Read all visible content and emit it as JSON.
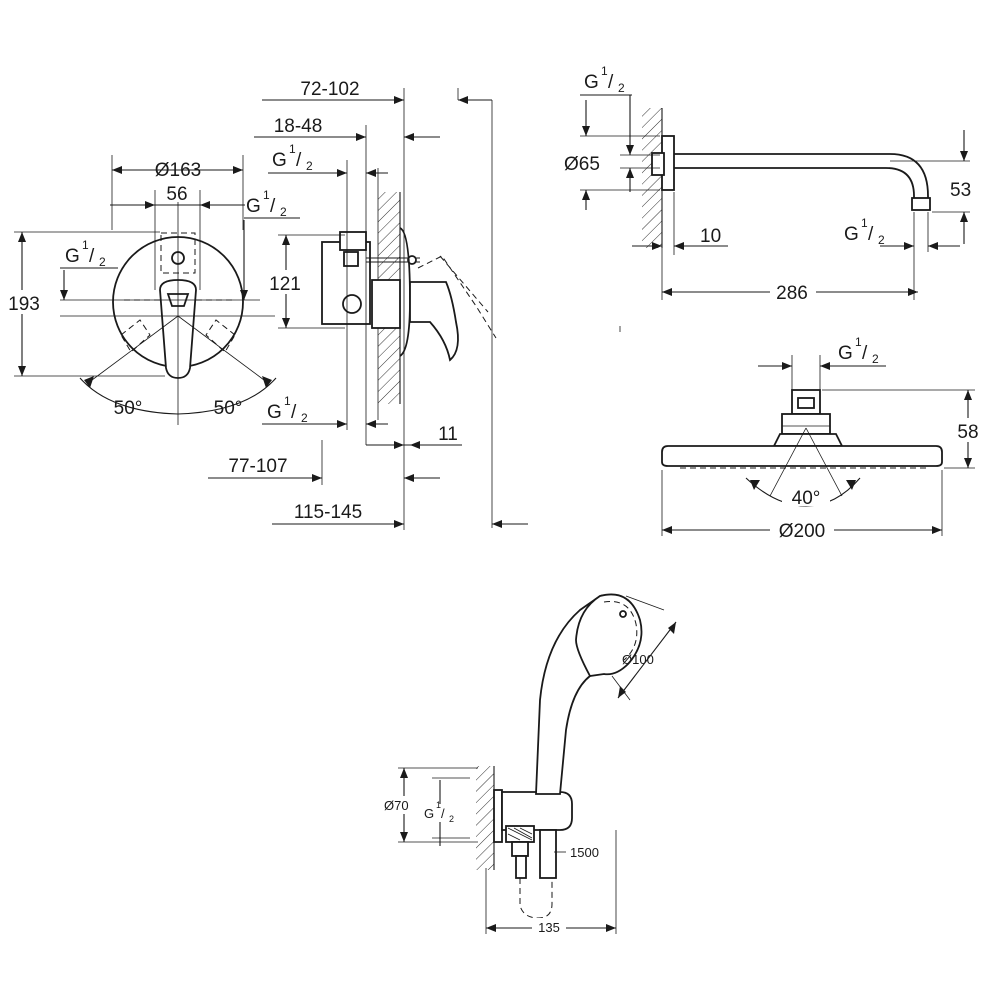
{
  "mixer_front": {
    "diameter_label": "Ø163",
    "width_label": "56",
    "height_label": "193",
    "inlet_left": {
      "g": "G",
      "num": "1",
      "den": "2"
    },
    "inlet_right": {
      "g": "G",
      "num": "1",
      "den": "2"
    },
    "angle_left": "50°",
    "angle_right": "50°"
  },
  "mixer_side": {
    "depth_range_outer": "72-102",
    "depth_range_inner": "18-48",
    "inlet_top": {
      "g": "G",
      "num": "1",
      "den": "2"
    },
    "inlet_bottom": {
      "g": "G",
      "num": "1",
      "den": "2"
    },
    "height_label": "121",
    "rosette_label": "11",
    "depth_range_body": "77-107",
    "depth_range_total": "115-145"
  },
  "shower_arm": {
    "thread": {
      "g": "G",
      "num": "1",
      "den": "2"
    },
    "rosette_diameter": "Ø65",
    "wall_offset": "10",
    "outlet_thread": {
      "g": "G",
      "num": "1",
      "den": "2"
    },
    "drop_label": "53",
    "length_label": "286"
  },
  "head_shower": {
    "thread": {
      "g": "G",
      "num": "1",
      "den": "2"
    },
    "height_label": "58",
    "angle_label": "40°",
    "diameter_label": "Ø200"
  },
  "hand_shower": {
    "head_diameter": "Ø100",
    "elbow_diameter": "Ø70",
    "thread": {
      "g": "G",
      "num": "1",
      "den": "2"
    },
    "hose_length": "1500",
    "depth_label": "135"
  }
}
